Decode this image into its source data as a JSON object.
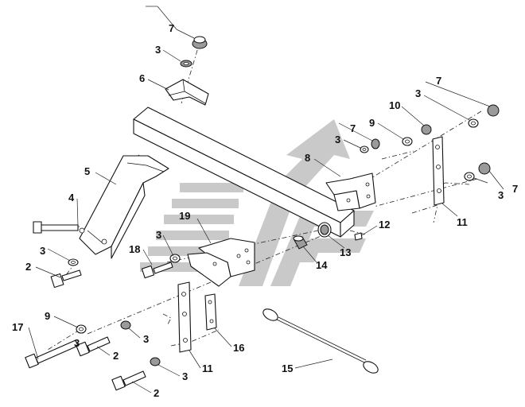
{
  "diagram": {
    "labels": [
      {
        "id": "l7a",
        "text": "7"
      },
      {
        "id": "l3a",
        "text": "3"
      },
      {
        "id": "l6",
        "text": "6"
      },
      {
        "id": "l7b",
        "text": "7"
      },
      {
        "id": "l3b",
        "text": "3"
      },
      {
        "id": "l10",
        "text": "10"
      },
      {
        "id": "l3c",
        "text": "3"
      },
      {
        "id": "l7c",
        "text": "7"
      },
      {
        "id": "l9a",
        "text": "9"
      },
      {
        "id": "l3d",
        "text": "3"
      },
      {
        "id": "l8",
        "text": "8"
      },
      {
        "id": "l5",
        "text": "5"
      },
      {
        "id": "l4",
        "text": "4"
      },
      {
        "id": "l3e",
        "text": "3"
      },
      {
        "id": "l7d",
        "text": "7"
      },
      {
        "id": "l11a",
        "text": "11"
      },
      {
        "id": "l12",
        "text": "12"
      },
      {
        "id": "l19",
        "text": "19"
      },
      {
        "id": "l3f",
        "text": "3"
      },
      {
        "id": "l13",
        "text": "13"
      },
      {
        "id": "l18",
        "text": "18"
      },
      {
        "id": "l14",
        "text": "14"
      },
      {
        "id": "l3g",
        "text": "3"
      },
      {
        "id": "l2a",
        "text": "2"
      },
      {
        "id": "l9b",
        "text": "9"
      },
      {
        "id": "l17",
        "text": "17"
      },
      {
        "id": "l3h",
        "text": "3"
      },
      {
        "id": "l16",
        "text": "16"
      },
      {
        "id": "l2b",
        "text": "2"
      },
      {
        "id": "l15",
        "text": "15"
      },
      {
        "id": "l3i",
        "text": "3"
      },
      {
        "id": "l11b",
        "text": "11"
      },
      {
        "id": "l2c",
        "text": "2"
      }
    ],
    "colors": {
      "line": "#111111",
      "fill": "#ffffff",
      "shade": "#9a9a9a",
      "watermark": "#c9c9c9"
    }
  }
}
